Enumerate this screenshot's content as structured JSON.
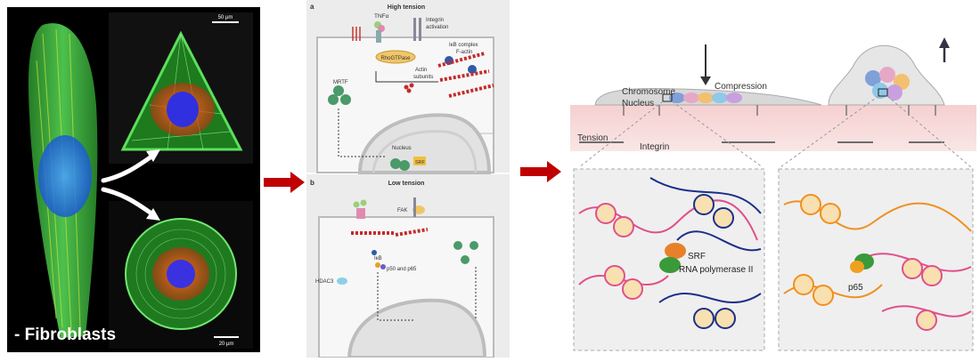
{
  "panel1": {
    "cell_type_label": "- Fibroblasts",
    "scale_bar_top": "50 µm",
    "scale_bar_bottom": "20 µm"
  },
  "panel2": {
    "a": {
      "letter": "a",
      "title": "High tension",
      "tnf": "TNFα",
      "integrin": "Integrin",
      "integrin2": "activation",
      "rhogtpase": "RhoGTPase",
      "ikb_complex": "IκB complex",
      "factin": "F-actin",
      "actin": "Actin",
      "subunits": "subunits",
      "mrtf": "MRTF",
      "nucleus": "Nucleus",
      "srf": "SRF"
    },
    "b": {
      "letter": "b",
      "title": "Low tension",
      "fak": "FAK",
      "ikb": "IκB",
      "p50": "p50 and p65",
      "hdac3": "HDAC3"
    }
  },
  "panel3": {
    "chromosome": "Chromosome",
    "nucleus": "Nucleus",
    "compression": "Compression",
    "tension": "Tension",
    "integrin": "Integrin",
    "srf": "SRF",
    "rnap": "RNA polymerase II",
    "p65": "p65"
  },
  "colors": {
    "arrow": "#c00000",
    "actin_green": "#3cc23c",
    "cell_pink": "#f3c8c8",
    "chromatin_pink": "#e0508a",
    "chromatin_blue": "#1c2f8a",
    "chromatin_orange": "#f09020"
  }
}
